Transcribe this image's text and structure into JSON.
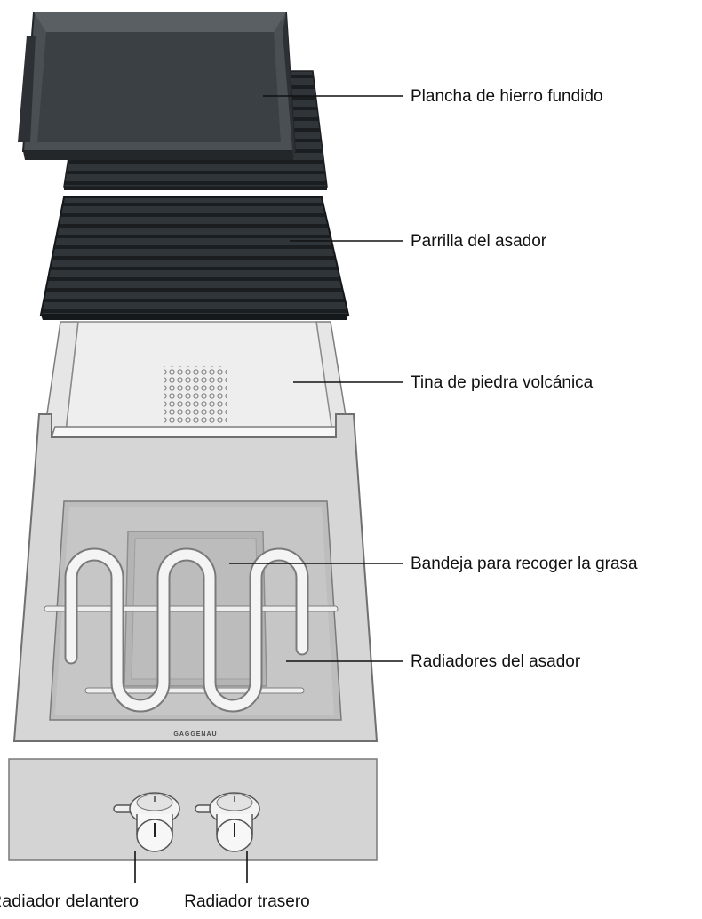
{
  "labels": {
    "griddle": "Plancha de hierro fundido",
    "grate": "Parrilla del asador",
    "lava_tub": "Tina de piedra volcánica",
    "grease_tray": "Bandeja para recoger la grasa",
    "heaters": "Radiadores del asador",
    "front_heater": "Radiador delantero",
    "rear_heater": "Radiador trasero"
  },
  "brand_text": "GAGGENAU",
  "colors": {
    "dark_iron": "#3f4447",
    "grate_dark": "#2a2e31",
    "steel_light": "#dedede",
    "steel_mid": "#c3c3c3",
    "steel_dark": "#a6a6a6",
    "heater_white": "#f4f4f4"
  }
}
